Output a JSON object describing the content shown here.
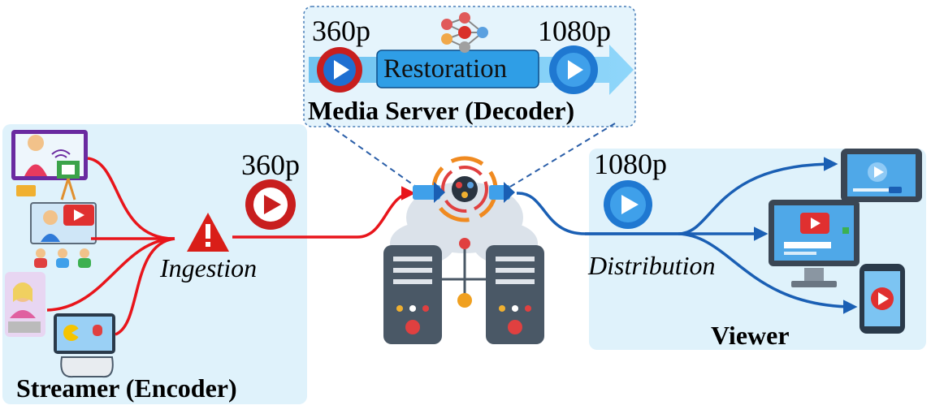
{
  "media_server": {
    "title": "Media Server (Decoder)",
    "input_resolution": "360p",
    "output_resolution": "1080p",
    "step_label": "Restoration"
  },
  "streamer": {
    "title": "Streamer (Encoder)",
    "stage_label": "Ingestion",
    "resolution": "360p"
  },
  "viewer": {
    "title": "Viewer",
    "stage_label": "Distribution",
    "resolution": "1080p"
  },
  "colors": {
    "panel_bg": "#dff2fb",
    "ingest_line": "#e8151b",
    "distribute_line": "#1a5fb4",
    "play_red": "#c81e1e",
    "play_blue": "#1f78d1",
    "warning": "#d91e18"
  },
  "icons": [
    "play-icon",
    "warning-icon",
    "neural-network-icon",
    "server-icon",
    "tablet-icon",
    "monitor-icon",
    "phone-icon",
    "gamepad-icon"
  ]
}
